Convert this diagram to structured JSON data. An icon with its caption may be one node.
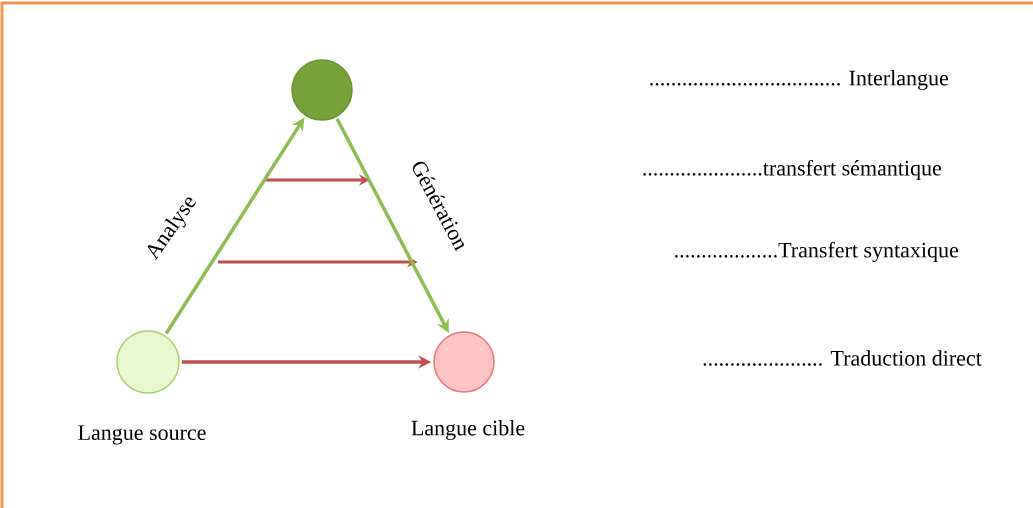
{
  "diagram": {
    "nodes": [
      {
        "text": [],
        "shape": "circle"
      },
      {
        "text": [],
        "shape": "circle",
        "beside": [
          "Langue source"
        ]
      },
      {
        "text": [],
        "shape": "circle",
        "beside": [
          "Langue cible"
        ]
      }
    ],
    "edges": [
      {
        "from": 1,
        "to": 0,
        "arrow": "to",
        "label": "Analyse"
      },
      {
        "from": 0,
        "to": 2,
        "arrow": "to",
        "label": "Génération"
      },
      {
        "from": 1,
        "to": 2,
        "arrow": "to",
        "color": "#c0504d"
      }
    ],
    "labels": [
      "................................... Interlangue",
      "......................transfert sémantique",
      "...................Transfert syntaxique",
      "...................... Traduction direct"
    ]
  }
}
